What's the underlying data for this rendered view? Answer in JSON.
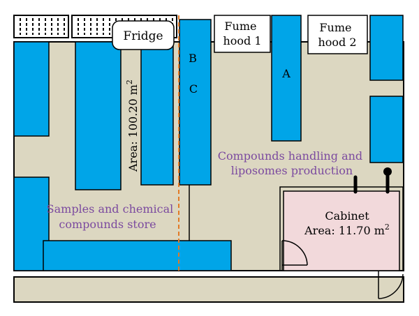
{
  "labels": {
    "fridge": "Fridge",
    "fume_hood_1": [
      "Fume",
      "hood 1"
    ],
    "fume_hood_2": [
      "Fume",
      "hood 2"
    ],
    "bench_a": "A",
    "bench_b": "B",
    "bench_c": "C",
    "area_store": "Area: 100.20 m",
    "area_store_sup": "2",
    "zone_handling": [
      "Compounds handling and",
      "liposomes production"
    ],
    "zone_store": [
      "Samples and chemical",
      "compounds store"
    ],
    "cabinet_title": "Cabinet",
    "cabinet_area": "Area: 11.70 m",
    "cabinet_area_sup": "2"
  },
  "colors": {
    "floor": "#dcd7c1",
    "bench": "#00a5e8",
    "cabinet": "#f2d9db",
    "wall": "#000000",
    "zone_text": "#7b4a9f",
    "divider": "#e27a26"
  }
}
